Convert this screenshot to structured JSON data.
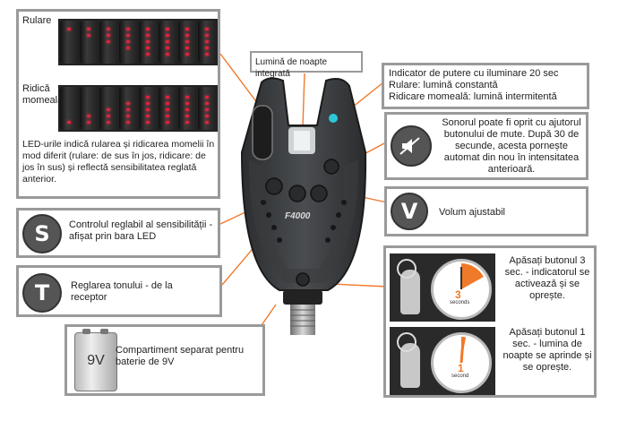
{
  "led_box": {
    "rulare_label": "Rulare",
    "ridicare_label": "Ridicǎ\nmomeala",
    "description": "LED-urile indicǎ rularea și ridicarea momelii în mod diferit (rulare: de sus în jos, ridicare: de jos în sus) și reflectǎ sensibilitatea reglatǎ anterior."
  },
  "night_light_label": "Luminǎ de noapte integratǎ",
  "power_indicator": {
    "line1": "Indicator de putere cu iluminare 20 sec",
    "line2": "Rulare: luminǎ constantǎ",
    "line3": "Ridicare momealǎ: luminǎ intermitentǎ"
  },
  "mute": {
    "text": "Sonorul poate fi oprit cu ajutorul butonului de mute. Dupǎ 30 de secunde, acesta pornește automat din nou în intensitatea anterioarǎ."
  },
  "volume": {
    "icon_letter": "V",
    "text": "Volum ajustabil"
  },
  "sensitivity": {
    "icon_letter": "S",
    "text": "Controlul reglabil al sensibilitǎții - afișat prin bara LED"
  },
  "tone": {
    "icon_letter": "T",
    "text": "Reglarea tonului - de la receptor"
  },
  "battery": {
    "label": "9V",
    "text": "Compartiment separat pentru baterie de 9V"
  },
  "press3": {
    "text": "Apǎsați butonul 3 sec. - indicatorul se activeazǎ și se oprește.",
    "timer_number": "3",
    "timer_unit": "seconds"
  },
  "press1": {
    "text": "Apǎsați butonul 1 sec. - lumina de noapte se aprinde și se oprește.",
    "timer_number": "1",
    "timer_unit": "second"
  },
  "device": {
    "model": "F4000"
  },
  "colors": {
    "arrow": "#f07a2a",
    "border": "#9a9a9a",
    "timer": "#f07a2a"
  }
}
